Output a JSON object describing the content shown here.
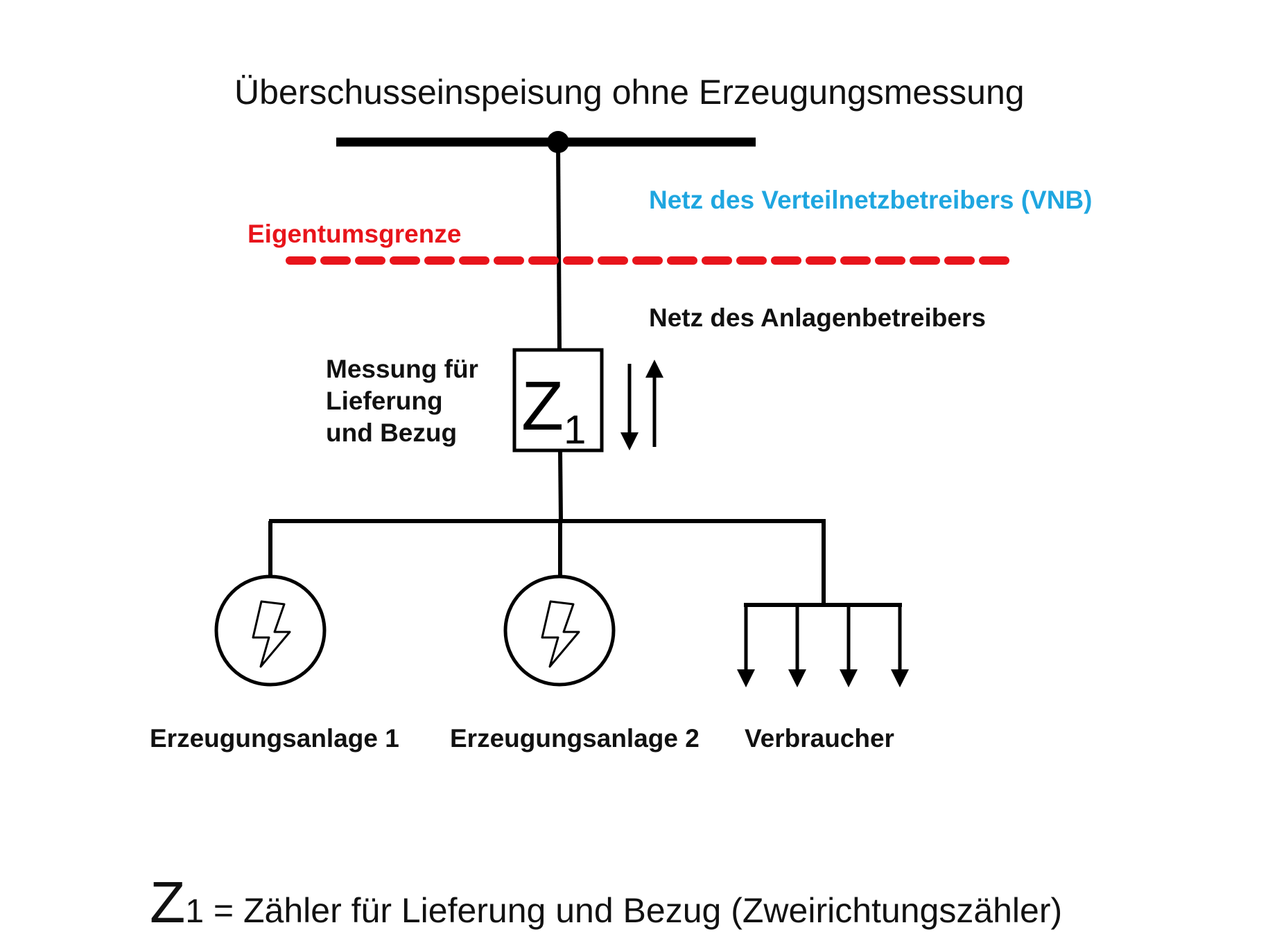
{
  "title": "Überschusseinspeisung ohne Erzeugungsmessung",
  "labels": {
    "vnb_network": "Netz des Verteilnetzbetreibers (VNB)",
    "property_boundary": "Eigentumsgrenze",
    "operator_network": "Netz des Anlagenbetreibers",
    "measurement": [
      "Messung für",
      "Lieferung",
      "und Bezug"
    ]
  },
  "meter": {
    "letter": "Z",
    "index": "1"
  },
  "loads": {
    "generator_1": "Erzeugungsanlage 1",
    "generator_2": "Erzeugungsanlage 2",
    "consumer": "Verbraucher"
  },
  "legend": {
    "letter": "Z",
    "index": "1",
    "text": " = Zähler für Lieferung und Bezug (Zweirichtungszähler)"
  },
  "colors": {
    "line": "#000000",
    "boundary": "#e8141b",
    "vnb_text": "#1fa6e0",
    "text": "#111111"
  },
  "icons": [
    "lightning-icon",
    "arrow-down-icon",
    "arrow-up-icon"
  ]
}
